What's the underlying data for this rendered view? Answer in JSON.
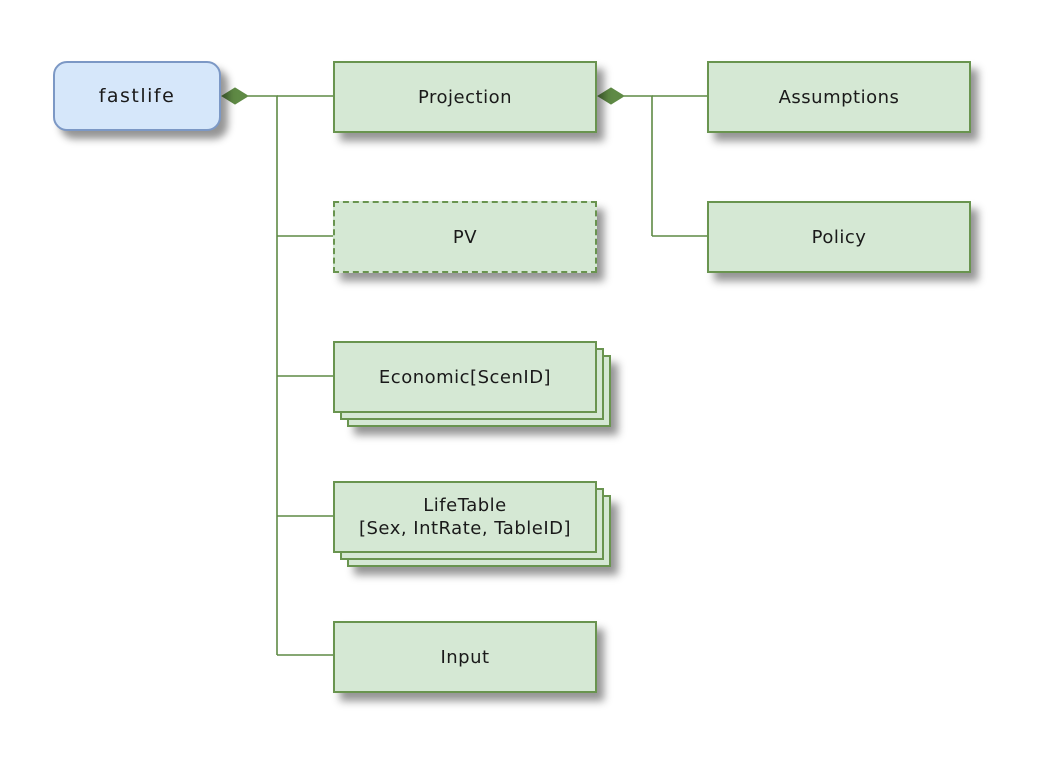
{
  "diagram": {
    "root": {
      "id": "fastlife",
      "label": "fastlife",
      "kind": "model",
      "color": "#d6e7fa",
      "border_color": "#7c98c5"
    },
    "spaces": [
      {
        "id": "projection",
        "label": "Projection",
        "parent": "fastlife",
        "style": "solid",
        "stacked": false
      },
      {
        "id": "pv",
        "label": "PV",
        "parent": "fastlife",
        "style": "dashed",
        "stacked": false
      },
      {
        "id": "economic",
        "label": "Economic[ScenID]",
        "parent": "fastlife",
        "style": "solid",
        "stacked": true
      },
      {
        "id": "lifetable",
        "label": "LifeTable\n[Sex, IntRate, TableID]",
        "parent": "fastlife",
        "style": "solid",
        "stacked": true
      },
      {
        "id": "input",
        "label": "Input",
        "parent": "fastlife",
        "style": "solid",
        "stacked": false
      },
      {
        "id": "assumptions",
        "label": "Assumptions",
        "parent": "projection",
        "style": "solid",
        "stacked": false
      },
      {
        "id": "policy",
        "label": "Policy",
        "parent": "projection",
        "style": "solid",
        "stacked": false
      }
    ],
    "edges": [
      {
        "from": "fastlife",
        "to": "projection",
        "type": "composition"
      },
      {
        "from": "fastlife",
        "to": "pv",
        "type": "composition"
      },
      {
        "from": "fastlife",
        "to": "economic",
        "type": "composition"
      },
      {
        "from": "fastlife",
        "to": "lifetable",
        "type": "composition"
      },
      {
        "from": "fastlife",
        "to": "input",
        "type": "composition"
      },
      {
        "from": "projection",
        "to": "assumptions",
        "type": "composition"
      },
      {
        "from": "projection",
        "to": "policy",
        "type": "composition"
      }
    ],
    "colors": {
      "space_fill": "#d5e8d4",
      "space_border": "#69944f",
      "connector": "#5f8a45"
    }
  }
}
